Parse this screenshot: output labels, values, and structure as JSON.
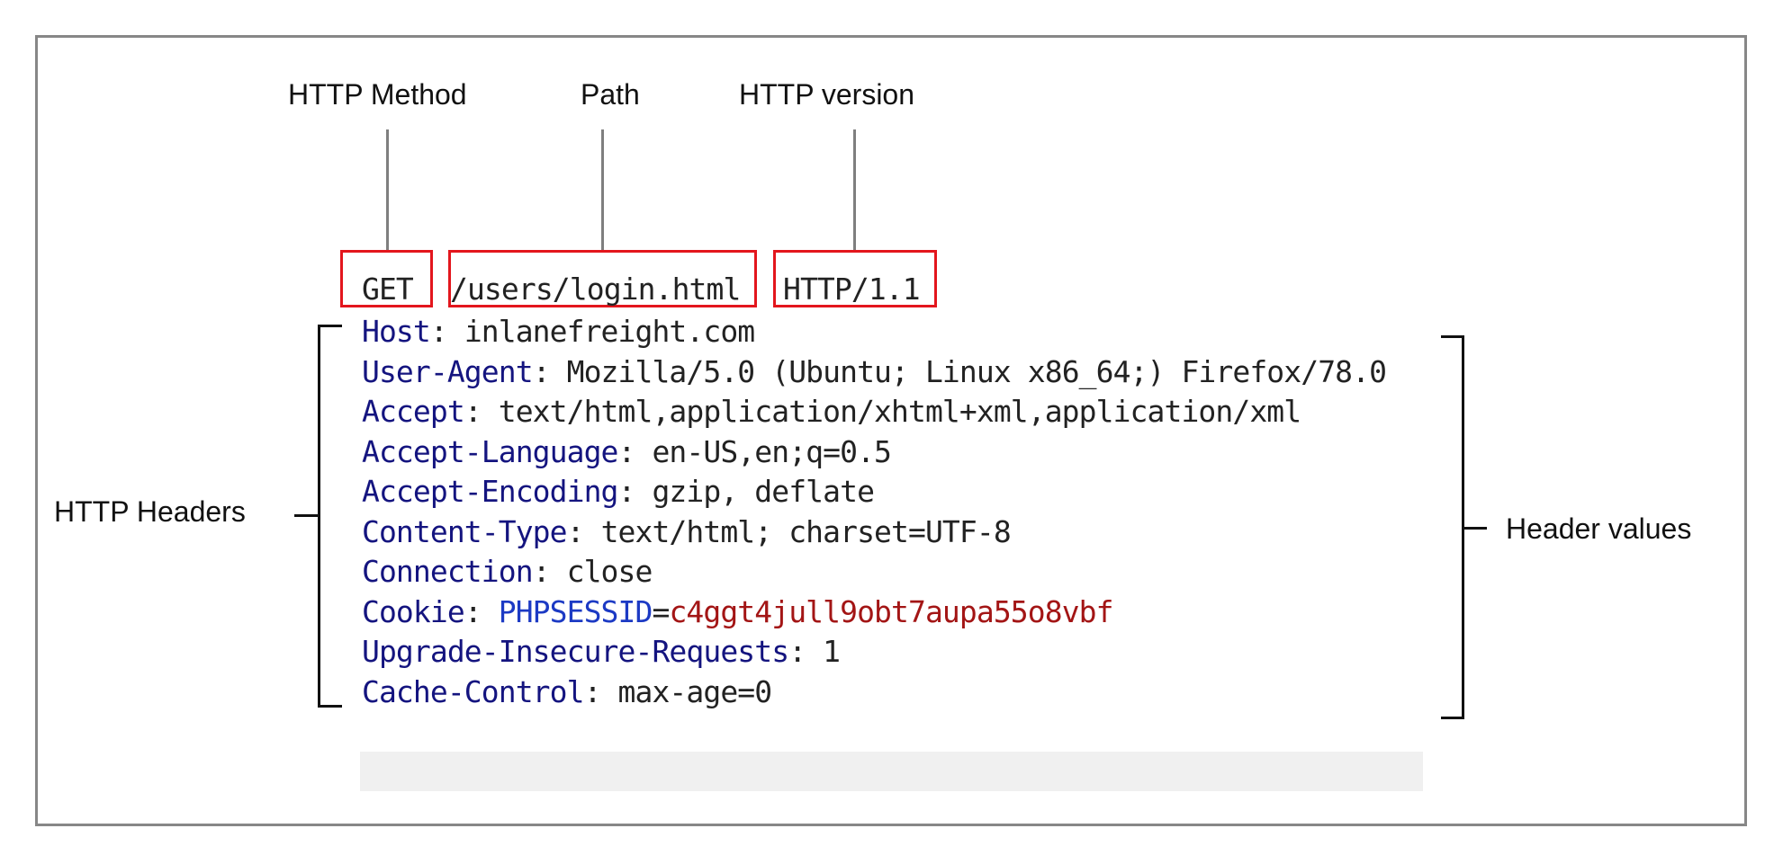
{
  "labels": {
    "method": "HTTP Method",
    "path": "Path",
    "version": "HTTP version",
    "headers": "HTTP Headers",
    "header_values": "Header values"
  },
  "request_line": {
    "method": "GET",
    "path": "/users/login.html",
    "version": "HTTP/1.1"
  },
  "headers": [
    {
      "name": "Host",
      "value": "inlanefreight.com"
    },
    {
      "name": "User-Agent",
      "value": "Mozilla/5.0 (Ubuntu; Linux x86_64;) Firefox/78.0"
    },
    {
      "name": "Accept",
      "value": "text/html,application/xhtml+xml,application/xml"
    },
    {
      "name": "Accept-Language",
      "value": "en-US,en;q=0.5"
    },
    {
      "name": "Accept-Encoding",
      "value": "gzip, deflate"
    },
    {
      "name": "Content-Type",
      "value": "text/html; charset=UTF-8"
    },
    {
      "name": "Connection",
      "value": "close"
    },
    {
      "name": "Cookie",
      "cookie_name": "PHPSESSID",
      "cookie_value": "c4ggt4jull9obt7aupa55o8vbf"
    },
    {
      "name": "Upgrade-Insecure-Requests",
      "value": "1"
    },
    {
      "name": "Cache-Control",
      "value": "max-age=0"
    }
  ],
  "colors": {
    "highlight_box": "#e3161d",
    "header_key": "#14147f",
    "cookie_name": "#1c3ac4",
    "cookie_value": "#a31515"
  }
}
